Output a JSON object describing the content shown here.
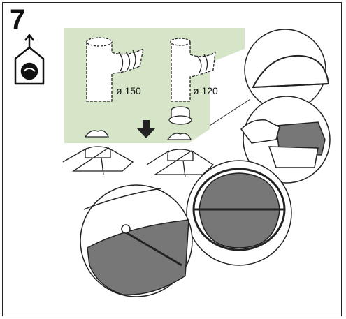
{
  "step": {
    "number": "7"
  },
  "icons": {
    "recirculation": "house-fan-icon",
    "arrow": "down-arrow-icon"
  },
  "labels": {
    "pipe_150": "ø 150",
    "pipe_120": "ø 120"
  },
  "colors": {
    "panel": "#d6e5c8",
    "filter": "#777777",
    "line": "#222222"
  }
}
